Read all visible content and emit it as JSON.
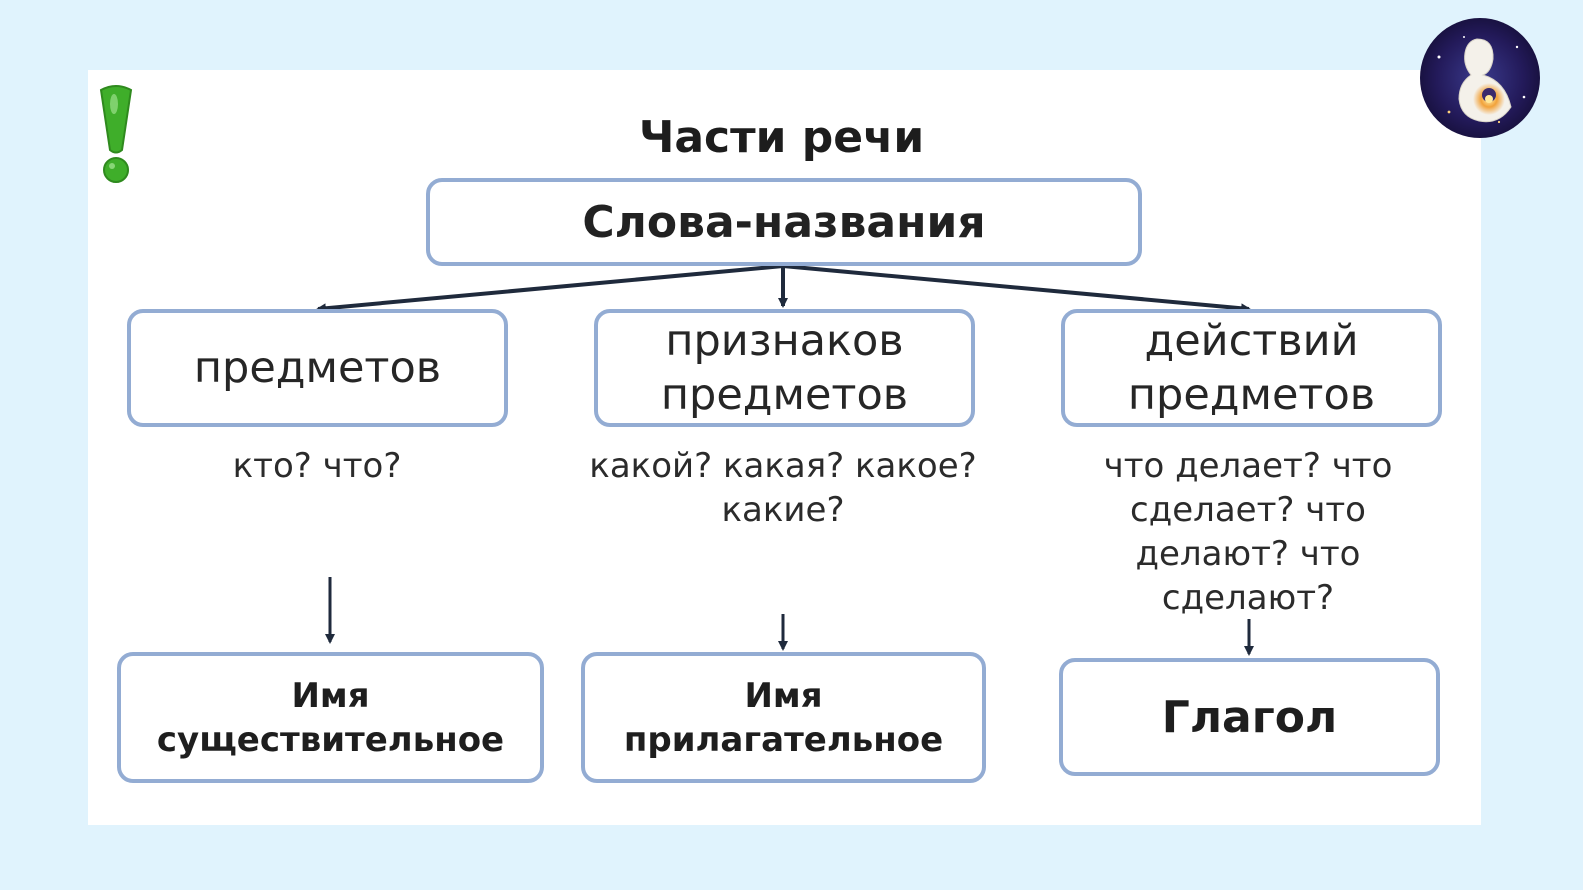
{
  "title": "Части речи",
  "root_label": "Слова-названия",
  "categories": [
    {
      "line1": "предметов",
      "line2": ""
    },
    {
      "line1": "признаков",
      "line2": "предметов"
    },
    {
      "line1": "действий",
      "line2": "предметов"
    }
  ],
  "questions": [
    [
      "кто?",
      "что?"
    ],
    [
      "какой?",
      "какая?",
      "какое?",
      "какие?"
    ],
    [
      "что делает?",
      "что сделает?",
      "что делают?",
      "что сделают?"
    ]
  ],
  "parts_of_speech": [
    {
      "line1": "Имя",
      "line2": "существительное"
    },
    {
      "line1": "Имя",
      "line2": "прилагательное"
    },
    {
      "line1": "Глагол",
      "line2": ""
    }
  ],
  "colors": {
    "background": "#e0f3fd",
    "box_border": "#93acd3",
    "arrow": "#1f2a3c",
    "exclamation": "#3fae2a"
  },
  "icons": {
    "exclamation": "exclamation-icon",
    "avatar": "mother-child-avatar-icon"
  }
}
